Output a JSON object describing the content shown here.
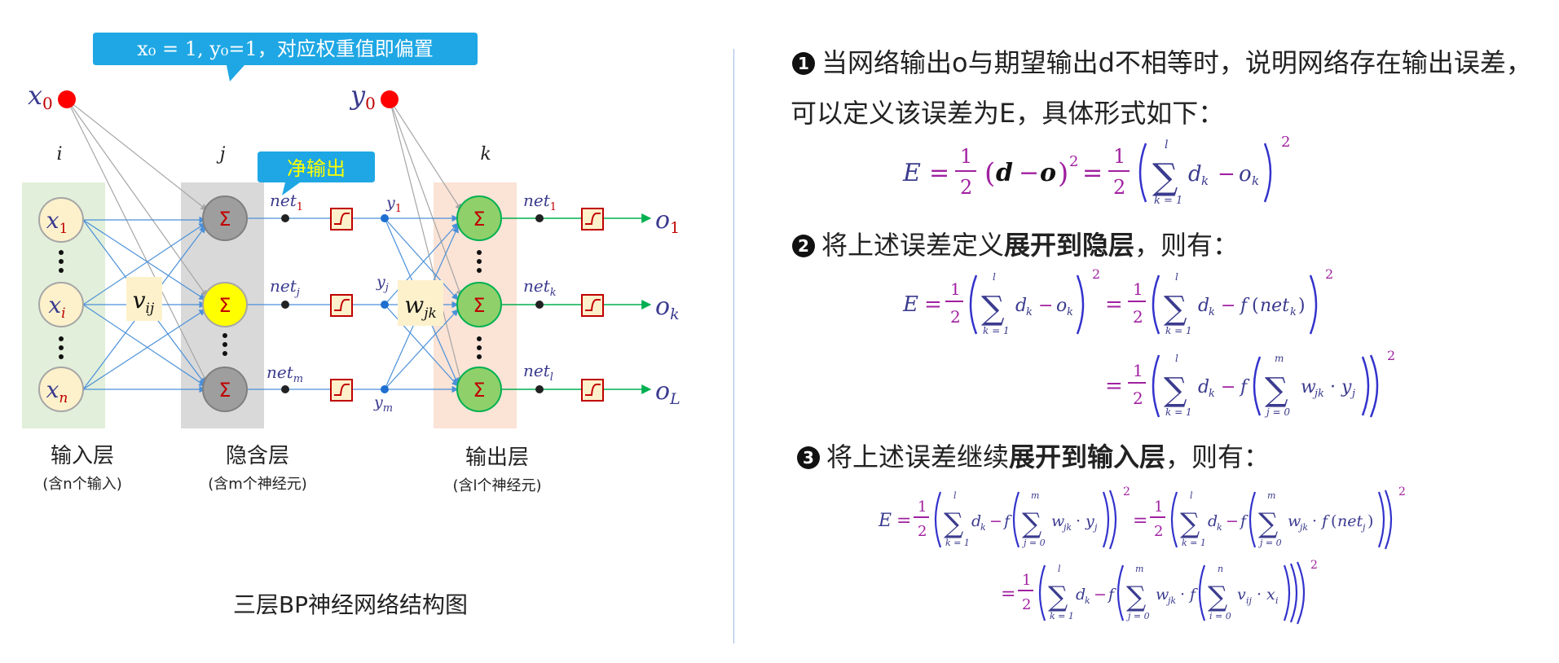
{
  "diagram": {
    "callout_bias": "x₀ = 1, y₀=1，对应权重值即偏置",
    "callout_net": "净输出",
    "bias_x": "x",
    "bias_x_sub": "0",
    "bias_y": "y",
    "bias_y_sub": "0",
    "layer_index_i": "i",
    "layer_index_j": "j",
    "layer_index_k": "k",
    "input_nodes": [
      {
        "var": "x",
        "sub": "1"
      },
      {
        "var": "x",
        "sub": "i"
      },
      {
        "var": "x",
        "sub": "n"
      }
    ],
    "sum_symbol": "Σ",
    "net_labels_hidden": [
      {
        "var": "net",
        "sub": "1"
      },
      {
        "var": "net",
        "sub": "j"
      },
      {
        "var": "net",
        "sub": "m"
      }
    ],
    "y_labels": [
      {
        "var": "y",
        "sub": "1"
      },
      {
        "var": "y",
        "sub": "j"
      },
      {
        "var": "y",
        "sub": "m"
      }
    ],
    "net_labels_output": [
      {
        "var": "net",
        "sub": "1"
      },
      {
        "var": "net",
        "sub": "k"
      },
      {
        "var": "net",
        "sub": "l"
      }
    ],
    "outputs": [
      {
        "var": "o",
        "sub": "1"
      },
      {
        "var": "o",
        "sub": "k"
      },
      {
        "var": "o",
        "sub": "L"
      }
    ],
    "weight_v": {
      "var": "v",
      "sub": "ij"
    },
    "weight_w": {
      "var": "w",
      "sub": "jk"
    },
    "layer_input": "输入层",
    "layer_input_sub": "(含n个输入)",
    "layer_hidden": "隐含层",
    "layer_hidden_sub": "(含m个神经元)",
    "layer_output": "输出层",
    "layer_output_sub": "(含l个神经元)",
    "caption": "三层BP神经网络结构图",
    "colors": {
      "input_bg": "#e2efda",
      "hidden_bg": "#d9d9d9",
      "output_bg": "#fbe3d6",
      "input_node": "#fdf1cc",
      "hidden_node": "#9e9e9e",
      "hidden_node_mid": "#ffff00",
      "output_node": "#8fd06b",
      "bias_dot": "#ff0000",
      "callout": "#1ea7e4",
      "callout_text": "#ffff00",
      "line_blue": "#4a90d9",
      "line_gray": "#a6a6a6",
      "arrow_green": "#00b050",
      "activation": "#c00000",
      "math_text": "#3b3b8f"
    }
  },
  "text": {
    "p1_bullet": "❶",
    "p1_line1": "当网络输出o与期望输出d不相等时，说明网络存在输出误差，",
    "p1_line2": "可以定义该误差为E，具体形式如下：",
    "p2_bullet": "❷",
    "p2_a": "将上述误差定义",
    "p2_b": "展开到隐层",
    "p2_c": "，则有：",
    "p3_bullet": "❸",
    "p3_a": "将上述误差继续",
    "p3_b": "展开到输入层",
    "p3_c": "，则有："
  }
}
